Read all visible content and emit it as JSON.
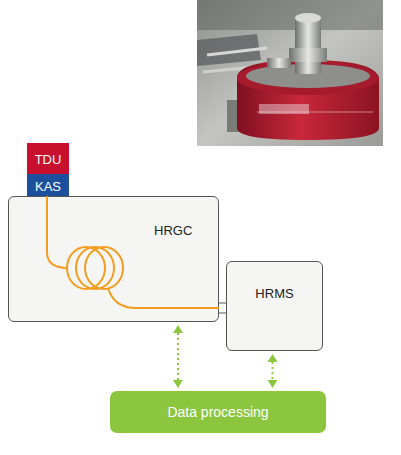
{
  "diagram": {
    "nodes": [
      {
        "text": [
          "TDU"
        ]
      },
      {
        "text": [
          "KAS"
        ]
      },
      {
        "text": [
          "HRGC"
        ]
      },
      {
        "text": [
          "HRMS"
        ]
      },
      {
        "text": [
          "Data processing"
        ]
      }
    ],
    "edges": [
      {
        "from": 2,
        "to": 3,
        "arrow": "none"
      },
      {
        "from": 2,
        "to": 4,
        "arrow": "both"
      },
      {
        "from": 3,
        "to": 4,
        "arrow": "both"
      }
    ]
  }
}
